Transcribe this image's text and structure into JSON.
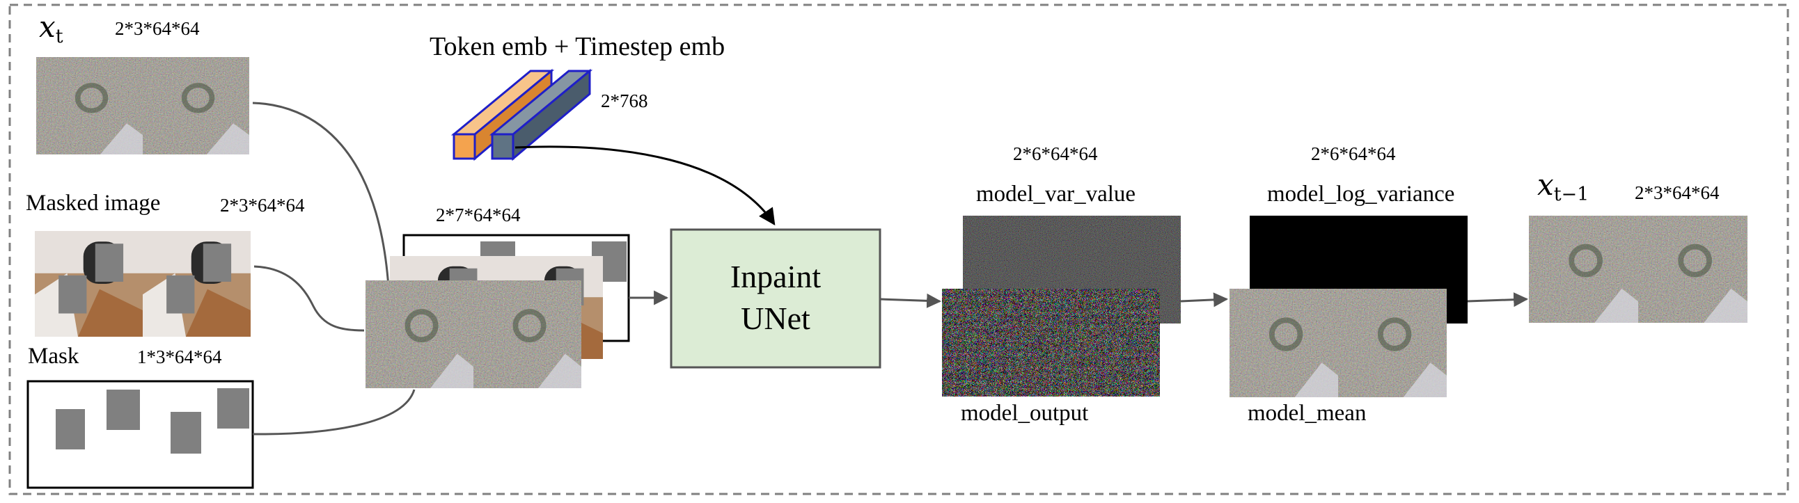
{
  "inputs": {
    "xt": {
      "symbol": "x",
      "subscript": "t",
      "dims": "2*3*64*64"
    },
    "masked_image": {
      "label": "Masked image",
      "dims": "2*3*64*64"
    },
    "mask": {
      "label": "Mask",
      "dims": "1*3*64*64"
    }
  },
  "concat": {
    "dims": "2*7*64*64"
  },
  "embedding": {
    "label": "Token emb + Timestep emb",
    "dims": "2*768"
  },
  "unet": {
    "line1": "Inpaint",
    "line2": "UNet"
  },
  "outputs": {
    "var_value": {
      "label": "model_var_value",
      "dims": "2*6*64*64"
    },
    "model_output": {
      "label": "model_output"
    },
    "log_variance": {
      "label": "model_log_variance",
      "dims": "2*6*64*64"
    },
    "model_mean": {
      "label": "model_mean"
    },
    "xt_minus_1": {
      "symbol": "x",
      "subscript": "t−1",
      "dims": "2*3*64*64"
    }
  },
  "colors": {
    "border_dash": "#808080",
    "unet_fill": "#dcecd5",
    "emb_orange": "#f4a34e",
    "emb_gray": "#5f7384",
    "emb_edge": "#1f1fc8",
    "mask_patch": "#808080",
    "arrow": "#555555"
  }
}
